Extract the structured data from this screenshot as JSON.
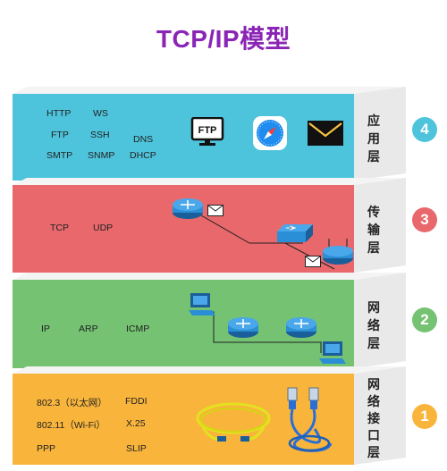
{
  "title": "TCP/IP模型",
  "layers": [
    {
      "id": "app",
      "name_chars": [
        "应",
        "用",
        "层"
      ],
      "number": "4",
      "color": "#4ec4dc",
      "protocols": {
        "http": "HTTP",
        "ws": "WS",
        "ftp": "FTP",
        "ssh": "SSH",
        "dns": "DNS",
        "smtp": "SMTP",
        "snmp": "SNMP",
        "dhcp": "DHCP"
      },
      "icons": {
        "ftp_text": "FTP"
      }
    },
    {
      "id": "transport",
      "name_chars": [
        "传",
        "输",
        "层"
      ],
      "number": "3",
      "color": "#e8686c",
      "protocols": {
        "tcp": "TCP",
        "udp": "UDP"
      }
    },
    {
      "id": "network",
      "name_chars": [
        "网",
        "络",
        "层"
      ],
      "number": "2",
      "color": "#74c272",
      "protocols": {
        "ip": "IP",
        "arp": "ARP",
        "icmp": "ICMP"
      }
    },
    {
      "id": "link",
      "name_chars": [
        "网",
        "络",
        "接",
        "口",
        "层"
      ],
      "number": "1",
      "color": "#f9b53b",
      "protocols": {
        "p8023": "802.3（以太网）",
        "fddi": "FDDI",
        "p80211": "802.11（Wi-Fi）",
        "x25": "X.25",
        "ppp": "PPP",
        "slip": "SLIP"
      }
    }
  ],
  "colors": {
    "title": "#8a25b6",
    "side_face": "#e9e9e9",
    "top_face": "#f4f4f4",
    "device_blue": "#2a8fd6",
    "device_dark": "#1a5e9a"
  }
}
